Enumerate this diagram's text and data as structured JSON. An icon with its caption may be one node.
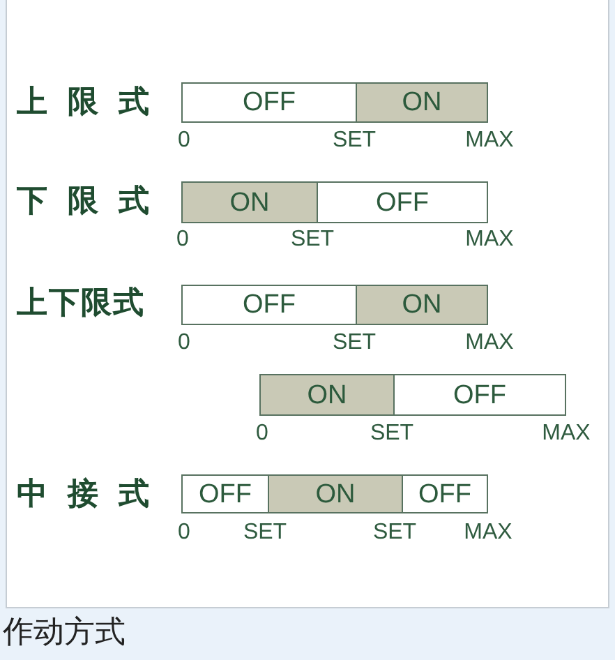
{
  "diagram": {
    "caption": "作动方式",
    "nodes": [
      {
        "text": [
          "OFF"
        ]
      },
      {
        "text": [
          "ON"
        ]
      },
      {
        "text": [
          "ON"
        ]
      },
      {
        "text": [
          "OFF"
        ]
      },
      {
        "text": [
          "OFF"
        ]
      },
      {
        "text": [
          "ON"
        ]
      },
      {
        "text": [
          "ON"
        ]
      },
      {
        "text": [
          "OFF"
        ]
      },
      {
        "text": [
          "OFF"
        ]
      },
      {
        "text": [
          "ON"
        ]
      },
      {
        "text": [
          "OFF"
        ]
      }
    ],
    "labels": [
      "上限式",
      "0",
      "SET",
      "MAX",
      "下限式",
      "0",
      "SET",
      "MAX",
      "上下限式",
      "0",
      "SET",
      "MAX",
      "0",
      "SET",
      "MAX",
      "中接式",
      "0",
      "SET",
      "SET",
      "MAX"
    ]
  }
}
